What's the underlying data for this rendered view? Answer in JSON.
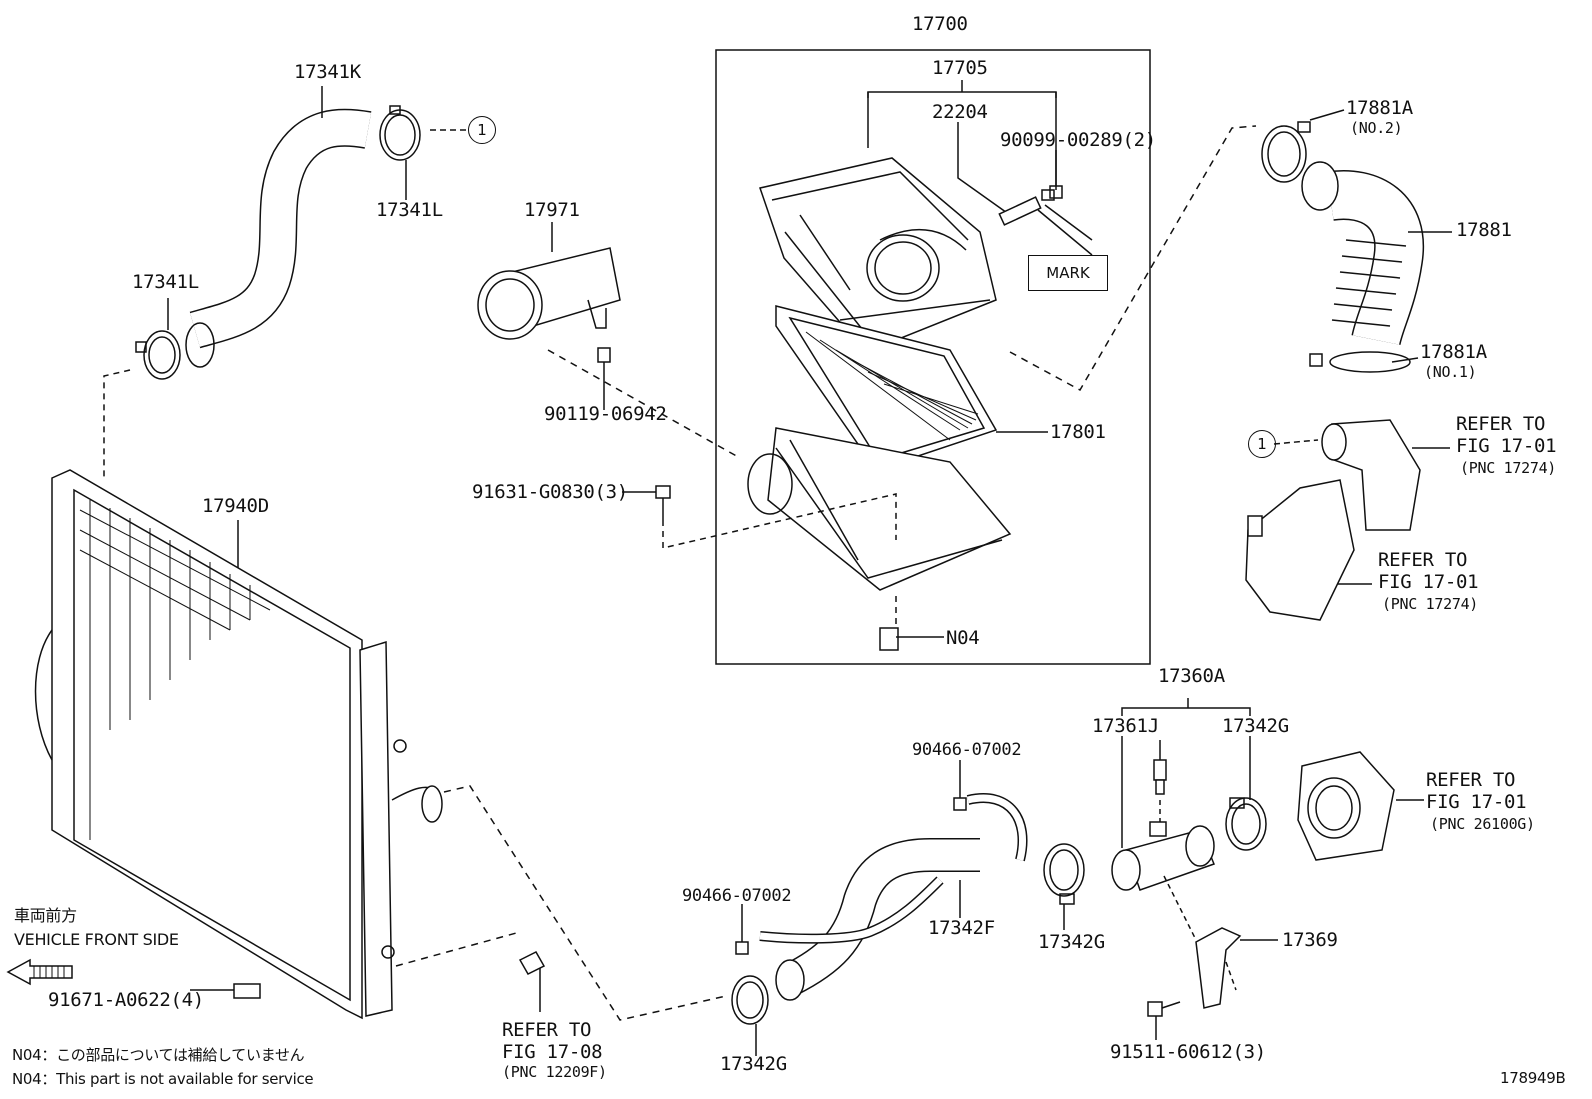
{
  "parts": {
    "p17700": "17700",
    "p17705": "17705",
    "p22204": "22204",
    "p90099": "90099-00289(2)",
    "p17341K": "17341K",
    "p17341L_top": "17341L",
    "p17341L_left": "17341L",
    "p17971": "17971",
    "p90119": "90119-06942",
    "p91631": "91631-G0830(3)",
    "p17940D": "17940D",
    "p17801": "17801",
    "pN04": "N04",
    "p17881A_top": "17881A",
    "p17881A_top_sub": "(NO.2)",
    "p17881": "17881",
    "p17881A_bot": "17881A",
    "p17881A_bot_sub": "(NO.1)",
    "p17360A": "17360A",
    "p17361J": "17361J",
    "p17342G_right": "17342G",
    "p90466_top": "90466-07002",
    "p90466_left": "90466-07002",
    "p17342F": "17342F",
    "p17342G_mid": "17342G",
    "p17369": "17369",
    "p91511": "91511-60612(3)",
    "p17342G_bottom": "17342G",
    "p91671": "91671-A0622(4)"
  },
  "mark_box": "MARK",
  "circle_ref": "1",
  "refers": {
    "r1_line1": "REFER TO",
    "r1_line2": "FIG 17-01",
    "r1_line3": "(PNC 17274)",
    "r2_line1": "REFER TO",
    "r2_line2": "FIG 17-01",
    "r2_line3": "(PNC 17274)",
    "r3_line1": "REFER TO",
    "r3_line2": "FIG 17-01",
    "r3_line3": "(PNC 26100G)",
    "r4_line1": "REFER TO",
    "r4_line2": "FIG 17-08",
    "r4_line3": "(PNC 12209F)"
  },
  "vehicle_front_jp": "車両前方",
  "vehicle_front_en": "VEHICLE FRONT SIDE",
  "notes": {
    "n04_jp": "N04：この部品については補給していません",
    "n04_en": "N04：This part is not available for service"
  },
  "figure_id": "178949B"
}
